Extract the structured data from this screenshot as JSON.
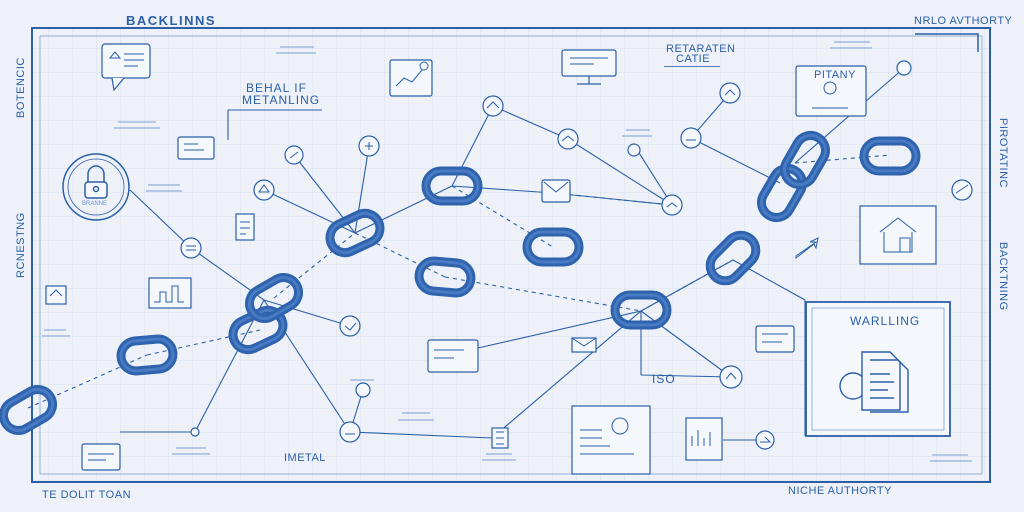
{
  "labels": {
    "header_left": "BACKLINNS",
    "header_right": "NRLO AVTHORTY",
    "left_vertical": "BOTENCIC",
    "left_vertical_2": "RCNESTNG",
    "right_vertical": "PIROTATINC",
    "right_vertical_2": "BACKTNING",
    "mid_title_line1": "BEHAL IF",
    "mid_title_line2": "METANLING",
    "top_center_line1": "RETARATEN",
    "top_center_line2": "CATIE",
    "warning_title": "WARLLING",
    "bottom_left": "TE DOLIT TOAN",
    "bottom_right": "NICHE AUTHORTY",
    "bottom_mid": "IMETAL",
    "iso_label": "ISO",
    "mini_card_title": "PITANY",
    "lock_caption": "BRANNE"
  },
  "colors": {
    "background": "#eef2f8",
    "line": "#2b5fa8",
    "chain": "#2f63ad",
    "grid": "#d2dced"
  }
}
